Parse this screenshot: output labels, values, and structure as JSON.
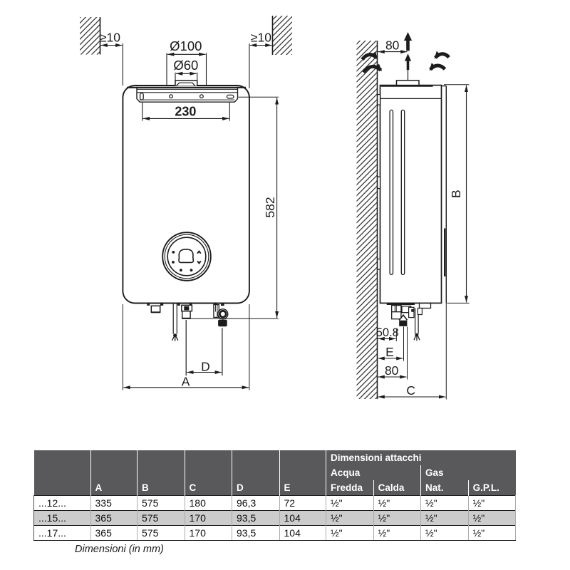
{
  "drawing": {
    "front_view": {
      "clearance_left": "≥10",
      "clearance_right": "≥10",
      "flue_outer_dia": "Ø100",
      "flue_inner_dia": "Ø60",
      "bracket_hole_spacing": "230",
      "bracket_to_connections": "582",
      "width_label": "A",
      "connection_spacing_label": "D"
    },
    "side_view": {
      "flue_wall_offset": "80",
      "height_label": "B",
      "wall_offset_small": "50.8",
      "wall_offset_e_label": "E",
      "wall_offset_80": "80",
      "depth_label": "C"
    }
  },
  "table": {
    "group_header": "Dimensioni attacchi",
    "subgroup_acqua": "Acqua",
    "subgroup_gas": "Gas",
    "dim_columns": [
      "A",
      "B",
      "C",
      "D",
      "E"
    ],
    "conn_columns": [
      "Fredda",
      "Calda",
      "Nat.",
      "G.P.L."
    ],
    "rows": [
      {
        "model": "...12...",
        "cells": [
          "335",
          "575",
          "180",
          "96,3",
          "72",
          "½\"",
          "½\"",
          "½\"",
          "½\""
        ]
      },
      {
        "model": "...15...",
        "cells": [
          "365",
          "575",
          "170",
          "93,5",
          "104",
          "½\"",
          "½\"",
          "½\"",
          "½\""
        ]
      },
      {
        "model": "...17...",
        "cells": [
          "365",
          "575",
          "170",
          "93,5",
          "104",
          "½\"",
          "½\"",
          "½\"",
          "½\""
        ]
      }
    ],
    "caption": "Dimensioni (in mm)"
  },
  "colors": {
    "line": "#1c1c1c",
    "header_bg": "#59595b",
    "alt_row_bg": "#cccccc",
    "background": "#ffffff"
  }
}
